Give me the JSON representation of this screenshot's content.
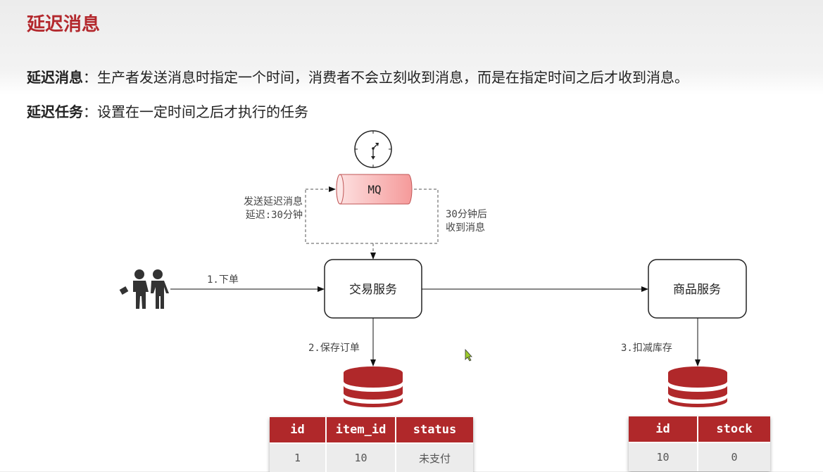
{
  "title": "延迟消息",
  "definitions": [
    {
      "term": "延迟消息",
      "sep": "：",
      "text": "生产者发送消息时指定一个时间，消费者不会立刻收到消息，而是在指定时间之后才收到消息。"
    },
    {
      "term": "延迟任务",
      "sep": "：",
      "text": "设置在一定时间之后才执行的任务"
    }
  ],
  "diagram": {
    "mq_label": "MQ",
    "send_label_1": "发送延迟消息",
    "send_label_2": "延迟:30分钟",
    "receive_label_1": "30分钟后",
    "receive_label_2": "收到消息",
    "trade_service": "交易服务",
    "item_service": "商品服务",
    "step1": "1.下单",
    "step2": "2.保存订单",
    "step3": "3.扣减库存",
    "accent": "#b0282a"
  },
  "order_table": {
    "headers": [
      "id",
      "item_id",
      "status"
    ],
    "rows": [
      [
        "1",
        "10",
        "未支付"
      ]
    ]
  },
  "stock_table": {
    "headers": [
      "id",
      "stock"
    ],
    "rows": [
      [
        "10",
        "0"
      ]
    ]
  }
}
